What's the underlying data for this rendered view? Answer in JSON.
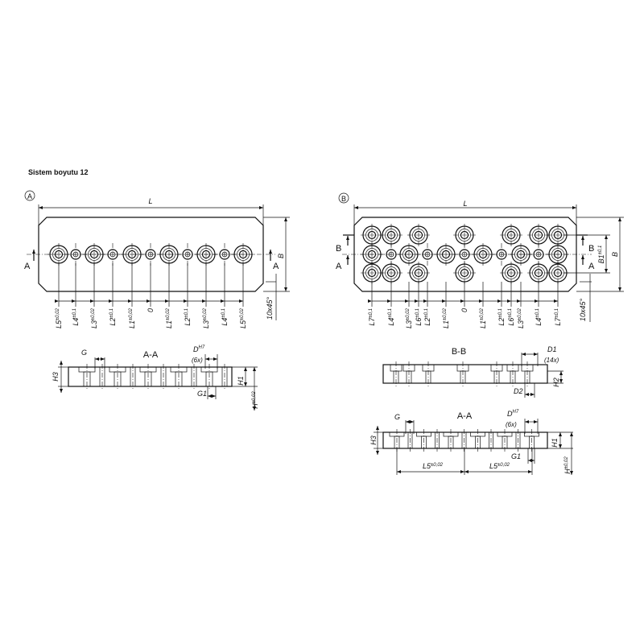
{
  "title": "Sistem boyutu 12",
  "view_a": {
    "marker": "A",
    "length_label": "L",
    "width_label": "B",
    "chamfer_label": "10x45°",
    "section_mark": "A",
    "dims": [
      {
        "name": "L5",
        "tol": "±0,02"
      },
      {
        "name": "L4",
        "tol": "±0,1"
      },
      {
        "name": "L3",
        "tol": "±0,02"
      },
      {
        "name": "L2",
        "tol": "±0,1"
      },
      {
        "name": "L1",
        "tol": "±0,02"
      },
      {
        "name": "0",
        "tol": ""
      },
      {
        "name": "L1",
        "tol": "±0,02"
      },
      {
        "name": "L2",
        "tol": "±0,1"
      },
      {
        "name": "L3",
        "tol": "±0,02"
      },
      {
        "name": "L4",
        "tol": "±0,1"
      },
      {
        "name": "L5",
        "tol": "±0,02"
      }
    ],
    "section": {
      "title": "A-A",
      "g": "G",
      "d": "D",
      "d_tol": "H7",
      "d_count": "(6x)",
      "h3": "H3",
      "h1": "H1",
      "g1": "G1",
      "h": "H",
      "h_tol": "±0,02"
    }
  },
  "view_b": {
    "marker": "B",
    "length_label": "L",
    "width_label": "B",
    "b1_label": "B1",
    "b1_tol": "±0,1",
    "chamfer_label": "10x45°",
    "section_mark_a": "A",
    "section_mark_b": "B",
    "dims": [
      {
        "name": "L7",
        "tol": "±0,1"
      },
      {
        "name": "L4",
        "tol": "±0,1"
      },
      {
        "name": "L3",
        "tol": "±0,02"
      },
      {
        "name": "L6",
        "tol": "±0,1"
      },
      {
        "name": "L2",
        "tol": "±0,1"
      },
      {
        "name": "L1",
        "tol": "±0,02"
      },
      {
        "name": "0",
        "tol": ""
      },
      {
        "name": "L1",
        "tol": "±0,02"
      },
      {
        "name": "L2",
        "tol": "±0,1"
      },
      {
        "name": "L6",
        "tol": "±0,1"
      },
      {
        "name": "L3",
        "tol": "±0,02"
      },
      {
        "name": "L4",
        "tol": "±0,1"
      },
      {
        "name": "L7",
        "tol": "±0,1"
      }
    ],
    "section_bb": {
      "title": "B-B",
      "d1": "D1",
      "d1_count": "(14x)",
      "h2": "H2",
      "d2": "D2"
    },
    "section_aa": {
      "title": "A-A",
      "g": "G",
      "d": "D",
      "d_tol": "H7",
      "d_count": "(6x)",
      "h3": "H3",
      "h1": "H1",
      "g1": "G1",
      "l5": "L5",
      "l5_tol": "±0,02",
      "h": "H",
      "h_tol": "±0,02"
    }
  }
}
